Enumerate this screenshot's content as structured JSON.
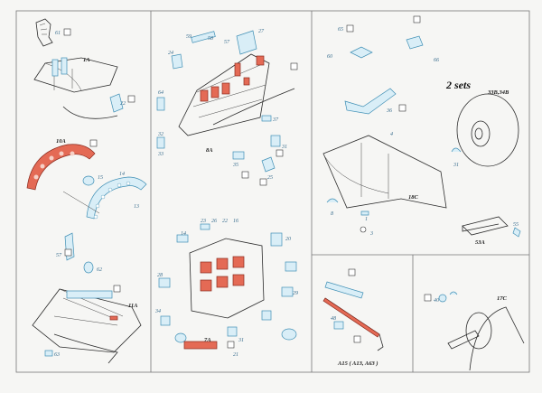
{
  "panels": {
    "p1": {
      "labels": [
        "61",
        "1A",
        "22",
        "10A",
        "15",
        "14",
        "13",
        "57",
        "62",
        "11A",
        "63"
      ]
    },
    "p2": {
      "labels": [
        "59",
        "58",
        "57",
        "27",
        "24",
        "64",
        "32",
        "33",
        "8A",
        "35",
        "37",
        "31",
        "25",
        "23",
        "26",
        "22",
        "16",
        "14",
        "20",
        "28",
        "29",
        "34",
        "7A",
        "31",
        "21"
      ]
    },
    "p3": {
      "labels": [
        "65",
        "66",
        "60",
        "36",
        "4",
        "8",
        "18C",
        "1",
        "3",
        "55",
        "31"
      ],
      "note": "2 sets",
      "wheel_label": "33B,34B",
      "cover_label": "53A"
    },
    "p4": {
      "labels": [
        "48",
        "A15 ( A13, A63 )"
      ]
    },
    "p5": {
      "labels": [
        "40",
        "17C"
      ]
    }
  },
  "colors": {
    "part_blue": "#3f8fb5",
    "part_fill": "#d9eef7",
    "red": "#e46a55",
    "line": "#2b2b2b"
  }
}
